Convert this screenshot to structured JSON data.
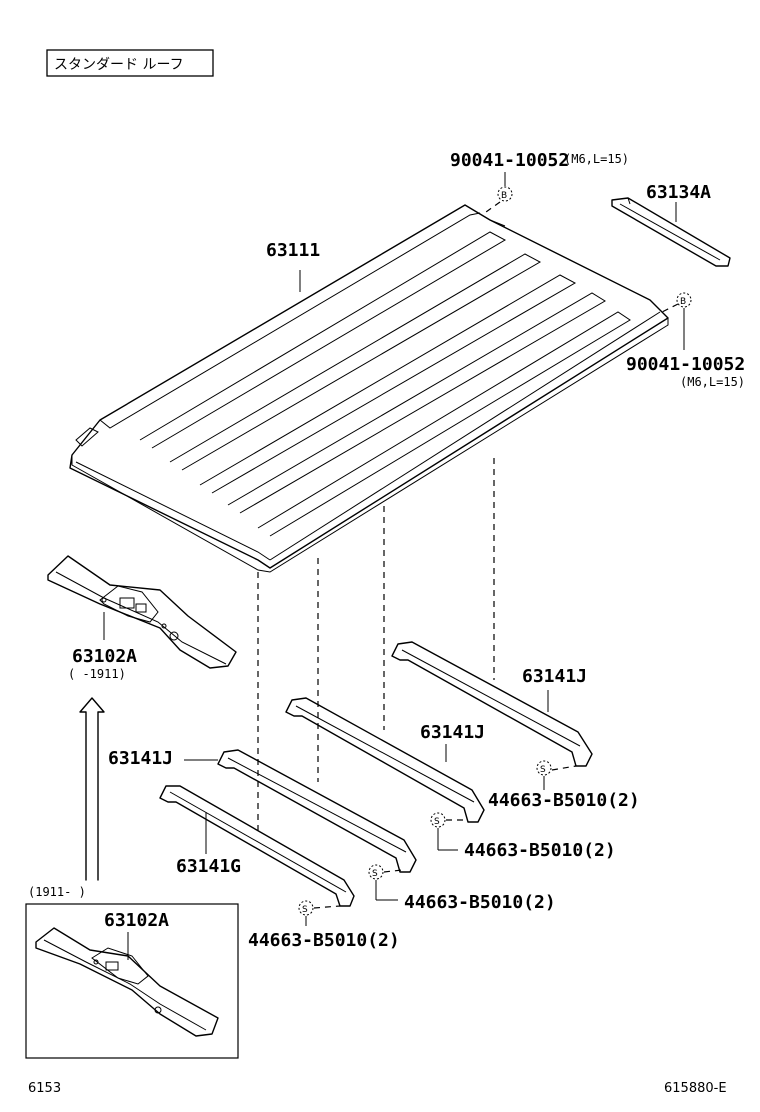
{
  "header": {
    "title": "スタンダード ルーフ"
  },
  "parts": {
    "roof_panel": "63111",
    "rear_piece": "63134A",
    "bolt_top": {
      "number": "90041-10052",
      "spec": "(M6,L=15)"
    },
    "bolt_right": {
      "number": "90041-10052",
      "spec": "(M6,L=15)"
    },
    "front_header": {
      "number": "63102A",
      "range": "(    -1911)"
    },
    "bow_a": "63141J",
    "bow_b": "63141J",
    "bow_c": "63141J",
    "bow_d": "63141G",
    "seal_a": "44663-B5010(2)",
    "seal_b": "44663-B5010(2)",
    "seal_c": "44663-B5010(2)",
    "seal_d": "44663-B5010(2)"
  },
  "inset": {
    "range": "(1911-    )",
    "number": "63102A"
  },
  "symbols": {
    "bolt": "B",
    "seal": "S"
  },
  "footer": {
    "left": "6153",
    "right": "615880-E"
  }
}
